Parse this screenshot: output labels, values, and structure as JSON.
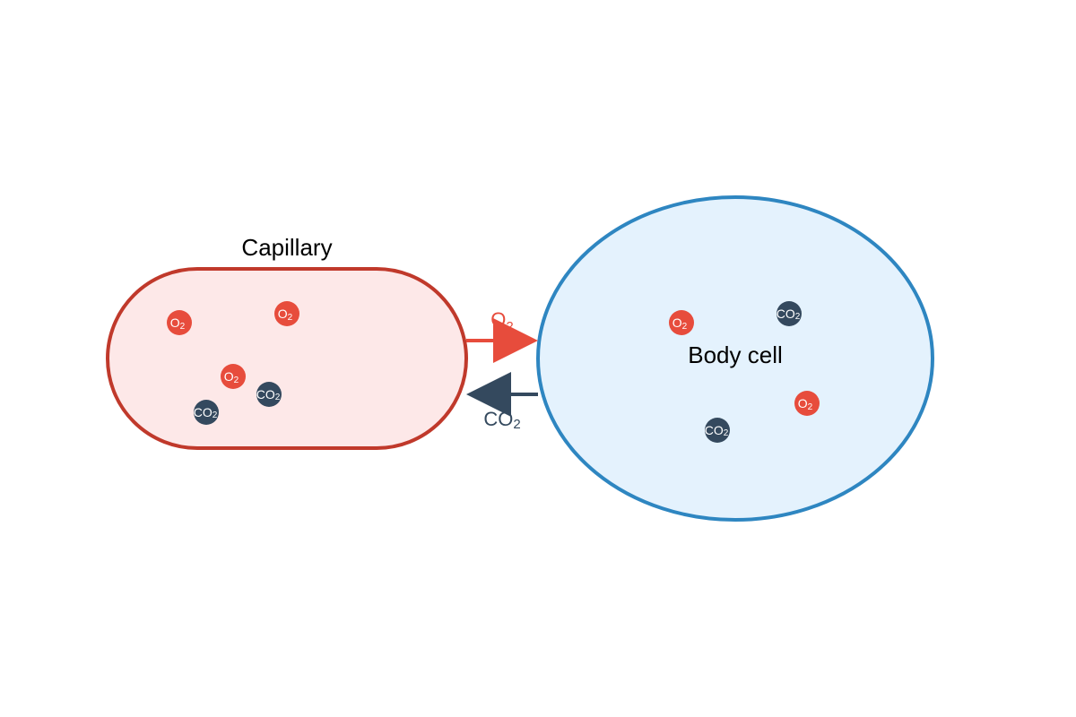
{
  "capillary": {
    "label": "Capillary",
    "fill": "#fde8e8",
    "stroke": "#c0392b"
  },
  "body_cell": {
    "label": "Body cell",
    "fill": "#e4f2fd",
    "stroke": "#2e86c1"
  },
  "oxygen": {
    "symbol": "O",
    "subscript": "2",
    "color": "#e74c3c"
  },
  "carbon_dioxide": {
    "symbol": "CO",
    "subscript": "2",
    "color": "#34495e"
  },
  "arrows": {
    "oxygen_label": "O",
    "oxygen_sub": "2",
    "carbon_dioxide_label": "CO",
    "carbon_dioxide_sub": "2"
  }
}
